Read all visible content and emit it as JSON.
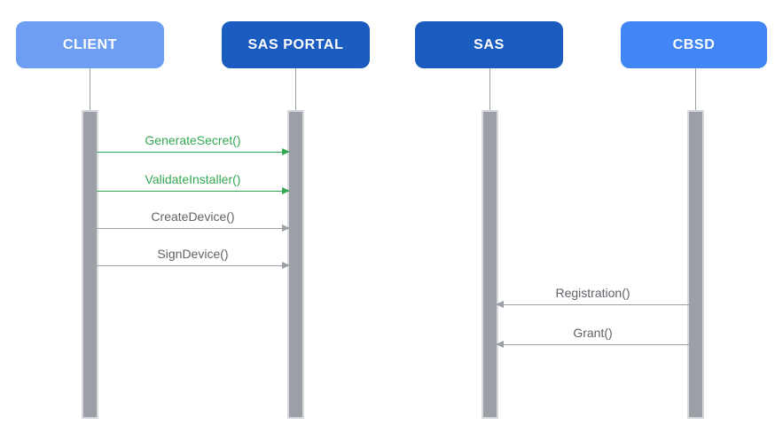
{
  "diagram": {
    "type": "sequence-diagram",
    "actors": [
      {
        "id": "client",
        "label": "CLIENT"
      },
      {
        "id": "sas-portal",
        "label": "SAS PORTAL"
      },
      {
        "id": "sas",
        "label": "SAS"
      },
      {
        "id": "cbsd",
        "label": "CBSD"
      }
    ],
    "messages": [
      {
        "label": "GenerateSecret()",
        "from": "CLIENT",
        "to": "SAS PORTAL",
        "direction": "right",
        "style": "success"
      },
      {
        "label": "ValidateInstaller()",
        "from": "CLIENT",
        "to": "SAS PORTAL",
        "direction": "right",
        "style": "success"
      },
      {
        "label": "CreateDevice()",
        "from": "CLIENT",
        "to": "SAS PORTAL",
        "direction": "right",
        "style": "neutral"
      },
      {
        "label": "SignDevice()",
        "from": "CLIENT",
        "to": "SAS PORTAL",
        "direction": "right",
        "style": "neutral"
      },
      {
        "label": "Registration()",
        "from": "CBSD",
        "to": "SAS",
        "direction": "left",
        "style": "neutral"
      },
      {
        "label": "Grant()",
        "from": "CBSD",
        "to": "SAS",
        "direction": "left",
        "style": "neutral"
      }
    ],
    "colors": {
      "actor-light-blue": "#6D9EF1",
      "actor-dark-blue": "#1A5CC0",
      "actor-blue": "#4285F4",
      "message-green": "#34A853",
      "message-gray": "#9AA0A6",
      "label-gray": "#5F6368",
      "lifeline-gray": "#9AA0A6",
      "bar-fill": "#9AA0A6",
      "bar-border": "#D7D9DC",
      "background": "#FFFFFF"
    }
  }
}
